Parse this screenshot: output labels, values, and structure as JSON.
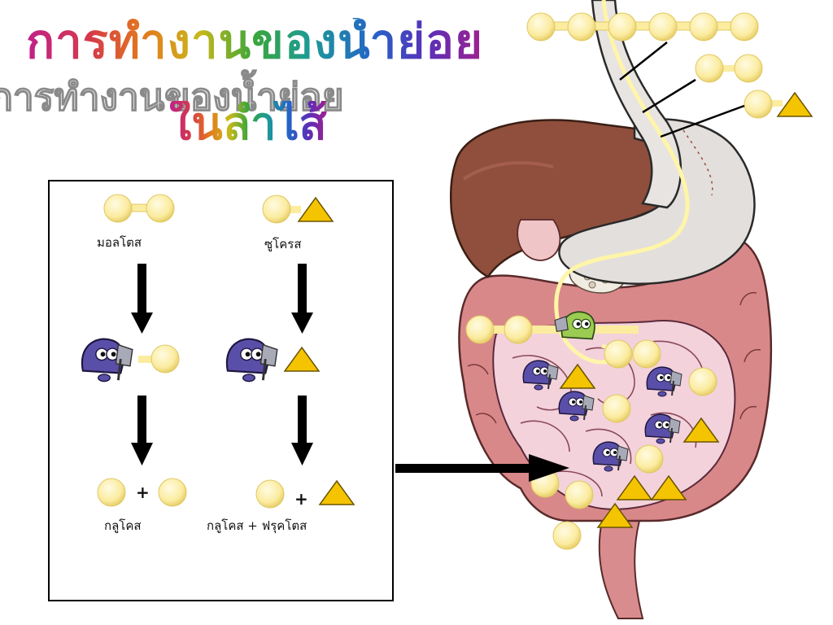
{
  "title": {
    "line1": "การทำงานของน้ำย่อย",
    "line2": "ในลำไส้"
  },
  "panel": {
    "maltose_label": "มอลโตส",
    "sucrose_label": "ซูโครส",
    "glucose_label": "กลูโคส",
    "glucose_fructose_label": "กลูโคส + ฟรุคโตส",
    "plus_sign": "+"
  },
  "colors": {
    "glucose_unit": "#fbeca0",
    "fructose_unit": "#f5c400",
    "enzyme_body": "#5a4fa8",
    "enzyme_alt": "#9ccb52",
    "intestine_pink": "#f3d2dc",
    "colon": "#d9888a",
    "liver": "#8f4f3c",
    "stomach": "#e3dfdc"
  },
  "icons": [
    "enzyme-scissor-icon",
    "glucose-unit-icon",
    "fructose-unit-icon"
  ]
}
